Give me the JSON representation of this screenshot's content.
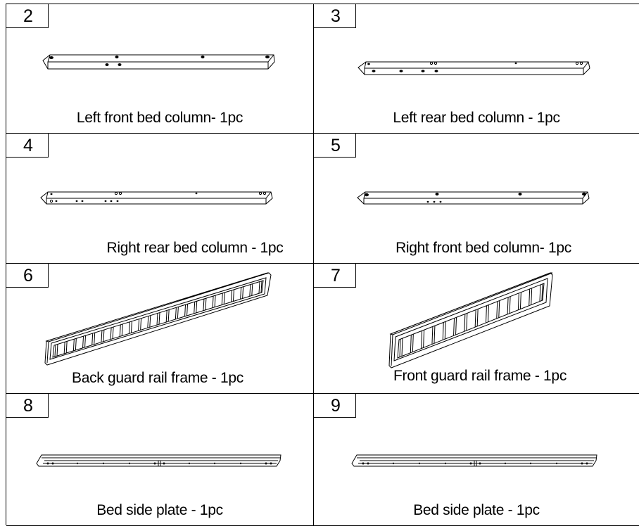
{
  "parts": [
    {
      "number": "2",
      "caption": "Left front bed column- 1pc",
      "icon": "long-column-icon"
    },
    {
      "number": "3",
      "caption": "Left rear bed column - 1pc",
      "icon": "long-column-icon"
    },
    {
      "number": "4",
      "caption": "",
      "icon": "long-column-icon"
    },
    {
      "number": "5",
      "caption": "",
      "icon": "long-column-icon"
    },
    {
      "number": "6",
      "caption": "Back guard rail frame - 1pc",
      "icon": "guard-rail-frame-icon"
    },
    {
      "number": "7",
      "caption": "Front guard rail frame - 1pc",
      "icon": "guard-rail-frame-icon"
    },
    {
      "number": "8",
      "caption": "Bed side plate - 1pc",
      "icon": "side-plate-icon"
    },
    {
      "number": "9",
      "caption": "Bed side plate - 1pc",
      "icon": "side-plate-icon"
    }
  ],
  "captions_row2": {
    "left": "Right rear bed column - 1pc",
    "right": "Right front bed column- 1pc"
  }
}
